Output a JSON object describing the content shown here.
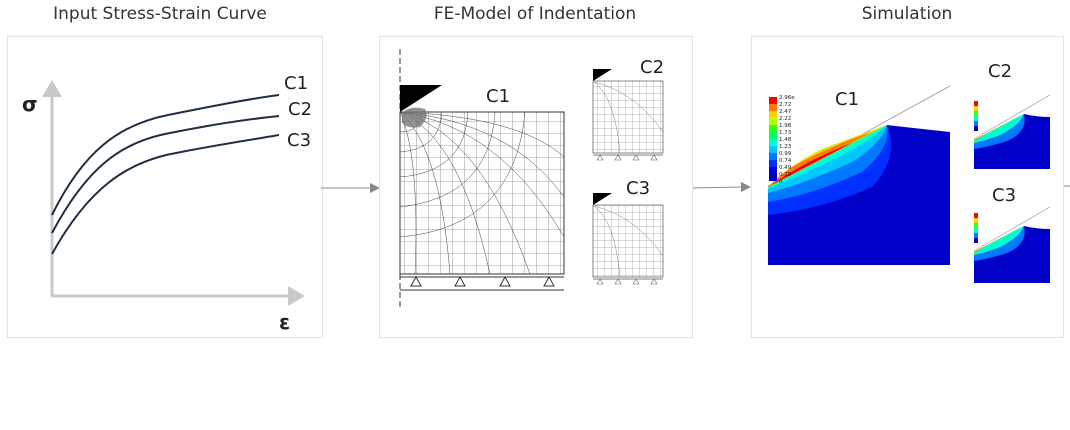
{
  "titles": {
    "input": "Input Stress-Strain Curve",
    "fe_model": "FE-Model of Indentation",
    "simulation": "Simulation"
  },
  "stress_strain": {
    "y_axis_symbol": "σ",
    "x_axis_symbol": "ε",
    "curves": [
      "C1",
      "C2",
      "C3"
    ],
    "curve_color": "#1f2d45"
  },
  "fe_model": {
    "labels": [
      "C1",
      "C2",
      "C3"
    ]
  },
  "simulation": {
    "labels": [
      "C1",
      "C2",
      "C3"
    ],
    "legend_values": [
      "2.96e",
      "2.72",
      "2.47",
      "2.22",
      "1.98",
      "1.73",
      "1.48",
      "1.23",
      "0.99",
      "0.74",
      "0.49",
      "0.25",
      "0"
    ],
    "colors": {
      "base": "#0000c8",
      "contour": [
        "#ff0000",
        "#ff7a00",
        "#ffd400",
        "#b8ff00",
        "#3cff00",
        "#00ff6a",
        "#00ffd0",
        "#00c8ff",
        "#0078ff",
        "#0030ff",
        "#0000e0",
        "#0000c8"
      ]
    }
  },
  "connector_color": "#888888"
}
